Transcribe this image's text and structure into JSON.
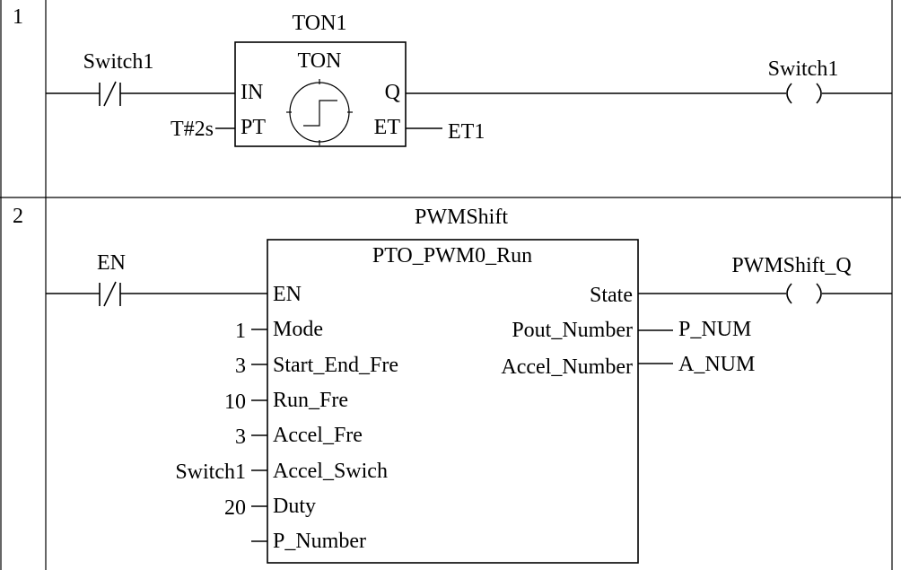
{
  "rungs": [
    {
      "number": "1",
      "contact": {
        "label": "Switch1",
        "symbol": "/"
      },
      "block": {
        "instance": "TON1",
        "type": "TON",
        "inputs": [
          {
            "pin": "IN",
            "value": ""
          },
          {
            "pin": "PT",
            "value": "T#2s"
          }
        ],
        "outputs": [
          {
            "pin": "Q",
            "value": ""
          },
          {
            "pin": "ET",
            "value": "ET1"
          }
        ]
      },
      "coil": {
        "label": "Switch1",
        "symbol": "( )"
      }
    },
    {
      "number": "2",
      "contact": {
        "label": "EN",
        "symbol": "/"
      },
      "block": {
        "instance": "PWMShift",
        "type": "PTO_PWM0_Run",
        "inputs": [
          {
            "pin": "EN",
            "value": ""
          },
          {
            "pin": "Mode",
            "value": "1"
          },
          {
            "pin": "Start_End_Fre",
            "value": "3"
          },
          {
            "pin": "Run_Fre",
            "value": "10"
          },
          {
            "pin": "Accel_Fre",
            "value": "3"
          },
          {
            "pin": "Accel_Swich",
            "value": "Switch1"
          },
          {
            "pin": "Duty",
            "value": "20"
          },
          {
            "pin": "P_Number",
            "value": ""
          }
        ],
        "outputs": [
          {
            "pin": "State",
            "value": ""
          },
          {
            "pin": "Pout_Number",
            "value": "P_NUM"
          },
          {
            "pin": "Accel_Number",
            "value": "A_NUM"
          }
        ]
      },
      "coil": {
        "label": "PWMShift_Q",
        "symbol": "( )"
      }
    }
  ]
}
